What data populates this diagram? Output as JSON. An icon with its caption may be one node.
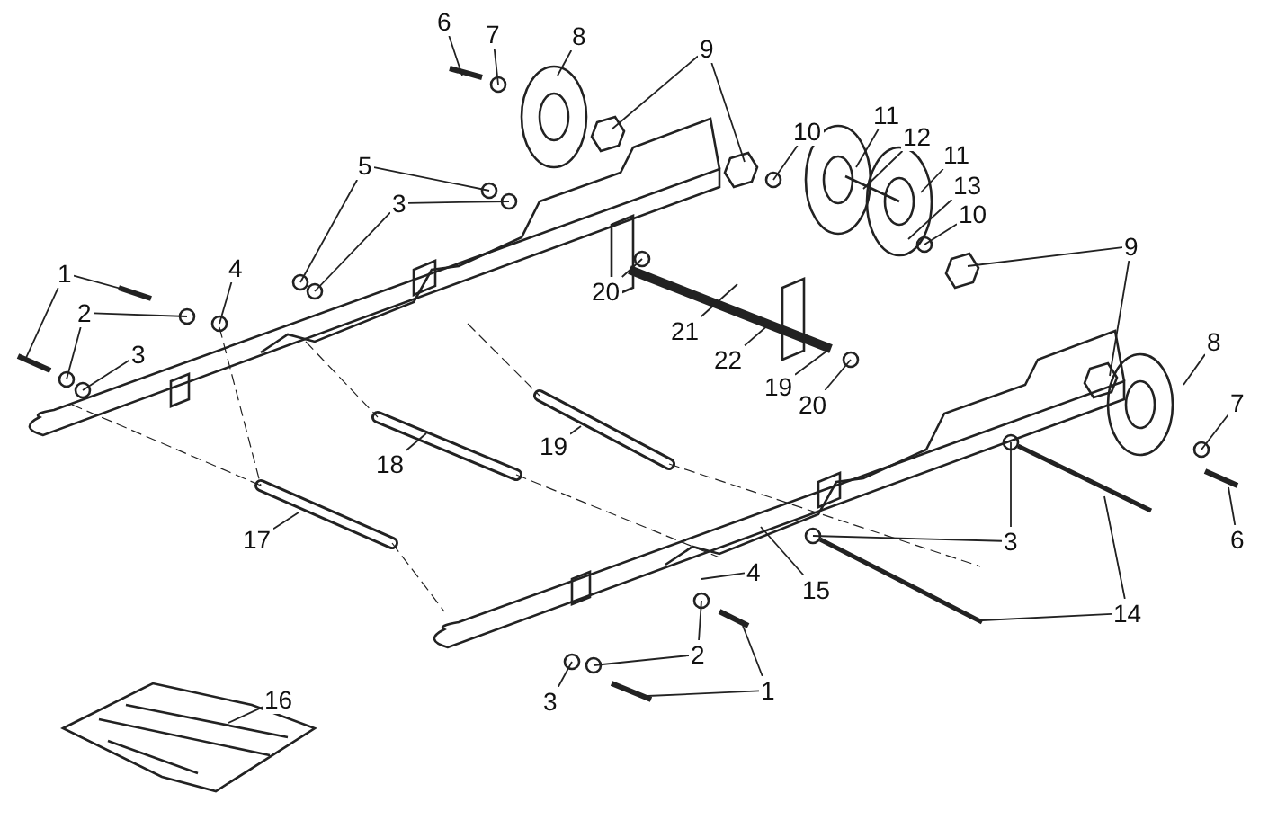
{
  "diagram": {
    "nodes": [
      {
        "text": [
          "6"
        ]
      },
      {
        "text": [
          "7"
        ]
      },
      {
        "text": [
          "8"
        ]
      },
      {
        "text": [
          "9"
        ]
      },
      {
        "text": [
          "10"
        ]
      },
      {
        "text": [
          "11"
        ]
      },
      {
        "text": [
          "12"
        ]
      },
      {
        "text": [
          "11"
        ]
      },
      {
        "text": [
          "5"
        ]
      },
      {
        "text": [
          "3"
        ]
      },
      {
        "text": [
          "13"
        ]
      },
      {
        "text": [
          "10"
        ]
      },
      {
        "text": [
          "9"
        ]
      },
      {
        "text": [
          "4"
        ]
      },
      {
        "text": [
          "1"
        ]
      },
      {
        "text": [
          "20"
        ]
      },
      {
        "text": [
          "2"
        ]
      },
      {
        "text": [
          "21"
        ]
      },
      {
        "text": [
          "8"
        ]
      },
      {
        "text": [
          "3"
        ]
      },
      {
        "text": [
          "22"
        ]
      },
      {
        "text": [
          "19"
        ]
      },
      {
        "text": [
          "20"
        ]
      },
      {
        "text": [
          "7"
        ]
      },
      {
        "text": [
          "19"
        ]
      },
      {
        "text": [
          "18"
        ]
      },
      {
        "text": [
          "6"
        ]
      },
      {
        "text": [
          "3"
        ]
      },
      {
        "text": [
          "17"
        ]
      },
      {
        "text": [
          "4"
        ]
      },
      {
        "text": [
          "15"
        ]
      },
      {
        "text": [
          "14"
        ]
      },
      {
        "text": [
          "2"
        ]
      },
      {
        "text": [
          "1"
        ]
      },
      {
        "text": [
          "16"
        ]
      },
      {
        "text": [
          "3"
        ]
      }
    ],
    "edges": [
      {
        "from": 0,
        "to": null,
        "arrow": "none"
      },
      {
        "from": 1,
        "to": null,
        "arrow": "none"
      },
      {
        "from": 2,
        "to": null,
        "arrow": "none"
      },
      {
        "from": 3,
        "to": null,
        "arrow": "none"
      },
      {
        "from": 3,
        "to": null,
        "arrow": "none"
      },
      {
        "from": 4,
        "to": null,
        "arrow": "none"
      },
      {
        "from": 5,
        "to": null,
        "arrow": "none"
      },
      {
        "from": 6,
        "to": null,
        "arrow": "none"
      },
      {
        "from": 7,
        "to": null,
        "arrow": "none"
      },
      {
        "from": 8,
        "to": null,
        "arrow": "none"
      },
      {
        "from": 8,
        "to": null,
        "arrow": "none"
      },
      {
        "from": 9,
        "to": null,
        "arrow": "none"
      },
      {
        "from": 9,
        "to": null,
        "arrow": "none"
      },
      {
        "from": 10,
        "to": null,
        "arrow": "none"
      },
      {
        "from": 11,
        "to": null,
        "arrow": "none"
      },
      {
        "from": 12,
        "to": null,
        "arrow": "none"
      },
      {
        "from": 12,
        "to": null,
        "arrow": "none"
      },
      {
        "from": 13,
        "to": null,
        "arrow": "none"
      },
      {
        "from": 14,
        "to": null,
        "arrow": "none"
      },
      {
        "from": 14,
        "to": null,
        "arrow": "none"
      },
      {
        "from": 15,
        "to": null,
        "arrow": "none"
      },
      {
        "from": 16,
        "to": null,
        "arrow": "none"
      },
      {
        "from": 16,
        "to": null,
        "arrow": "none"
      },
      {
        "from": 17,
        "to": null,
        "arrow": "none"
      },
      {
        "from": 18,
        "to": null,
        "arrow": "none"
      },
      {
        "from": 19,
        "to": null,
        "arrow": "none"
      },
      {
        "from": 20,
        "to": null,
        "arrow": "none"
      },
      {
        "from": 21,
        "to": null,
        "arrow": "none"
      },
      {
        "from": 22,
        "to": null,
        "arrow": "none"
      },
      {
        "from": 23,
        "to": null,
        "arrow": "none"
      },
      {
        "from": 24,
        "to": null,
        "arrow": "none"
      },
      {
        "from": 25,
        "to": null,
        "arrow": "none"
      },
      {
        "from": 26,
        "to": null,
        "arrow": "none"
      },
      {
        "from": 27,
        "to": null,
        "arrow": "none"
      },
      {
        "from": 27,
        "to": null,
        "arrow": "none"
      },
      {
        "from": 28,
        "to": null,
        "arrow": "none"
      },
      {
        "from": 29,
        "to": null,
        "arrow": "none"
      },
      {
        "from": 30,
        "to": null,
        "arrow": "none"
      },
      {
        "from": 31,
        "to": null,
        "arrow": "none"
      },
      {
        "from": 31,
        "to": null,
        "arrow": "none"
      },
      {
        "from": 32,
        "to": null,
        "arrow": "none"
      },
      {
        "from": 32,
        "to": null,
        "arrow": "none"
      },
      {
        "from": 33,
        "to": null,
        "arrow": "none"
      },
      {
        "from": 33,
        "to": null,
        "arrow": "none"
      },
      {
        "from": 34,
        "to": null,
        "arrow": "none"
      },
      {
        "from": 35,
        "to": null,
        "arrow": "none"
      }
    ]
  }
}
